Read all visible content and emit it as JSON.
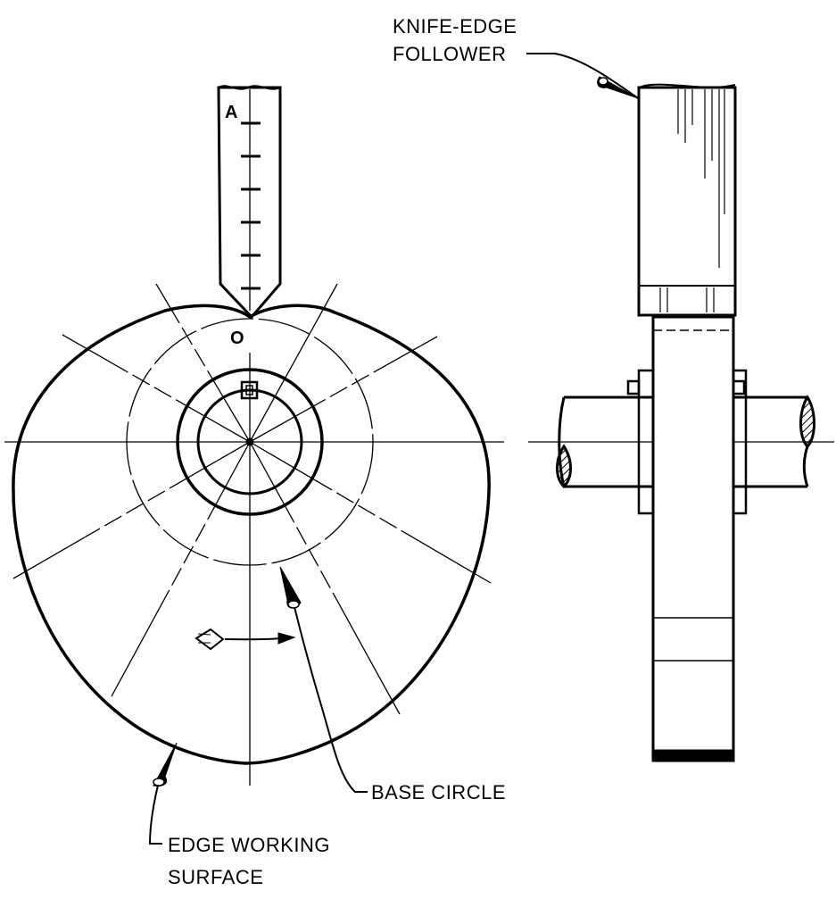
{
  "labels": {
    "knife_edge_line1": "KNIFE-EDGE",
    "knife_edge_line2": "FOLLOWER",
    "base_circle": "BASE CIRCLE",
    "edge_working_line1": "EDGE WORKING",
    "edge_working_line2": "SURFACE"
  },
  "points": {
    "a": "A",
    "o": "O"
  },
  "colors": {
    "ink": "#000000",
    "paper": "#ffffff"
  }
}
